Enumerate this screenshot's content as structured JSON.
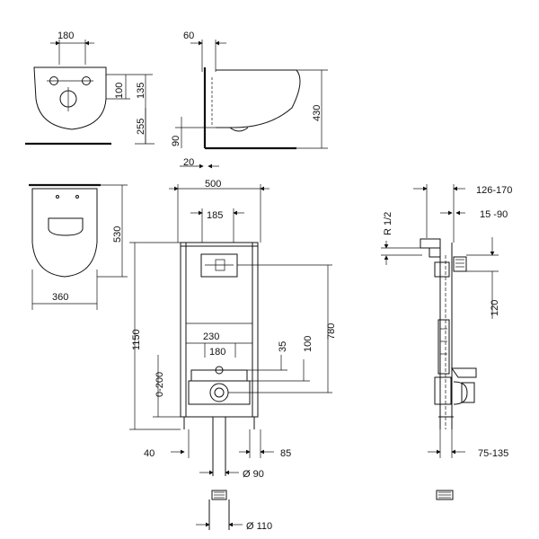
{
  "dimensions": {
    "bowl_top_width": "180",
    "bowl_top_h1": "100",
    "bowl_top_h2": "135",
    "bowl_top_h3": "255",
    "side_offset": "60",
    "side_height": "430",
    "side_h90": "90",
    "side_h20": "20",
    "plan_depth": "530",
    "plan_width": "360",
    "frame_width": "500",
    "frame_inner": "185",
    "frame_height": "1150",
    "frame_adjust": "0-200",
    "frame_230": "230",
    "frame_180": "180",
    "frame_35": "35",
    "frame_100": "100",
    "frame_780": "780",
    "frame_40": "40",
    "frame_85": "85",
    "pipe_90": "Ø 90",
    "pipe_110": "Ø 110",
    "side_r12": "R 1/2",
    "side_126_170": "126-170",
    "side_15_90": "15 -90",
    "side_120": "120",
    "side_75_135": "75-135"
  }
}
